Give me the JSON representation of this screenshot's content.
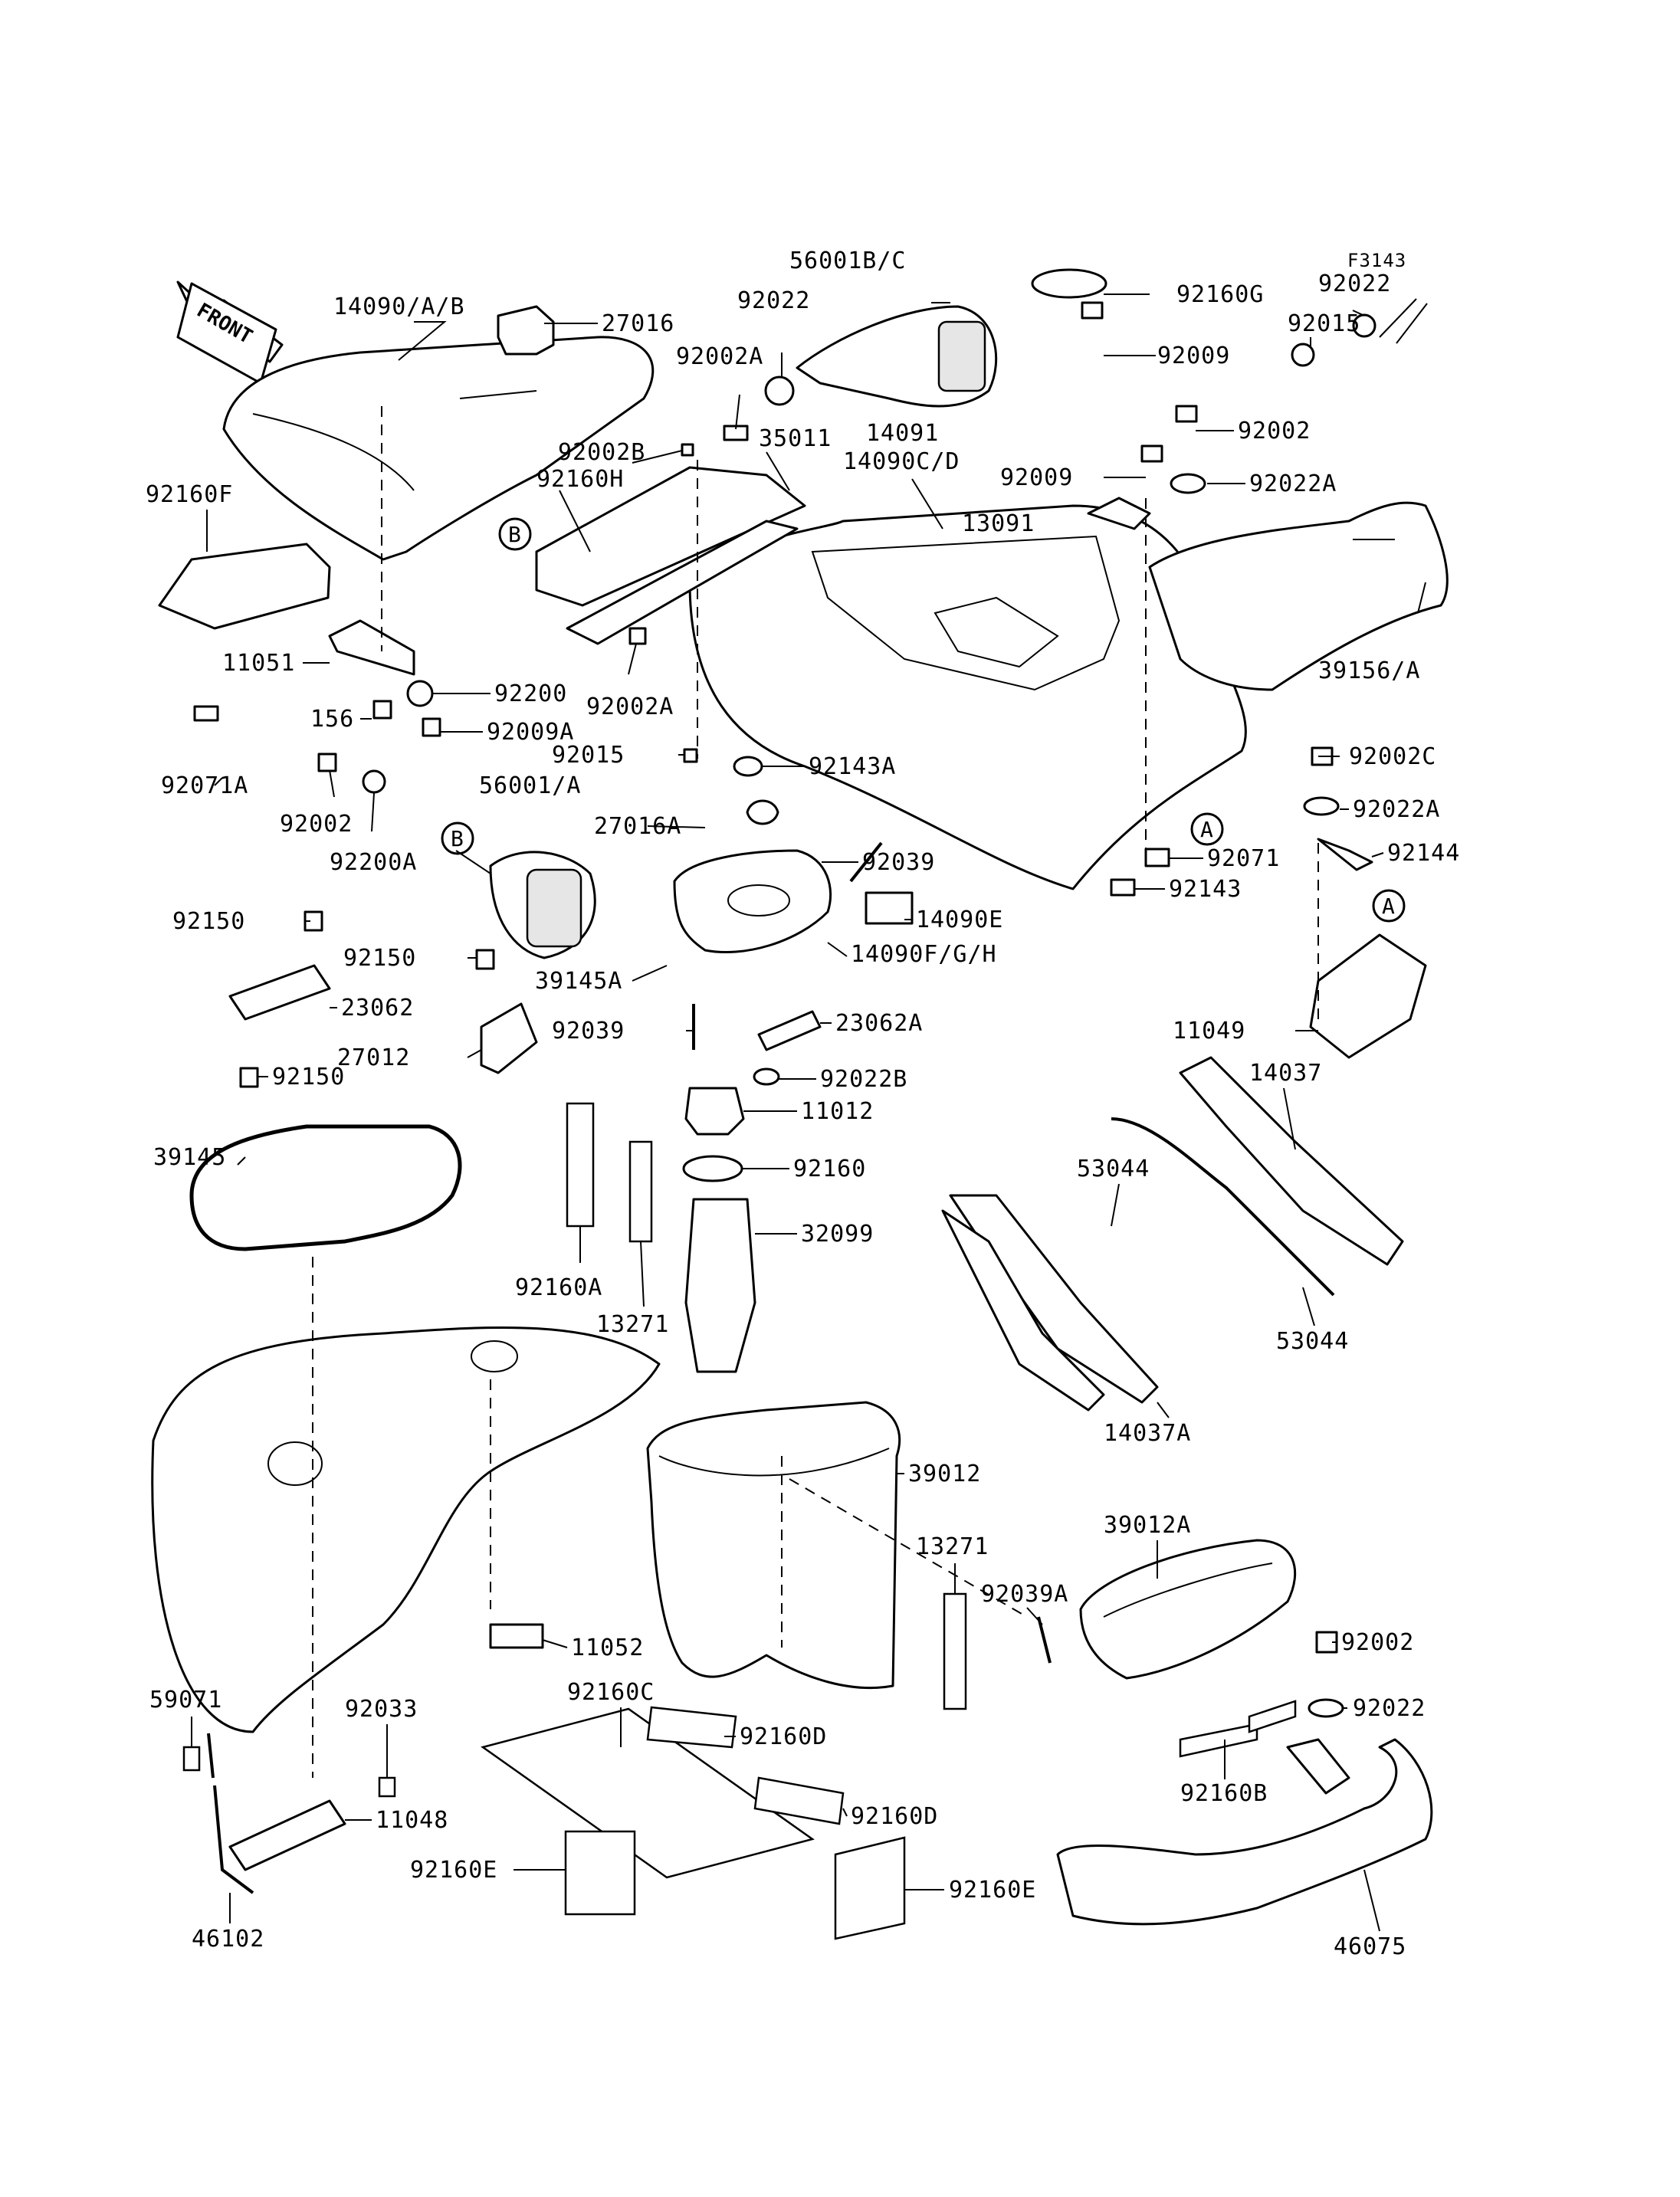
{
  "figure_code": "F3143",
  "front_label": "FRONT",
  "ref_marks": [
    "A",
    "B"
  ],
  "parts": {
    "p14090AB": "14090/A/B",
    "p27016": "27016",
    "p92160F": "92160F",
    "p11051": "11051",
    "p92200": "92200",
    "p156": "156",
    "p92009A": "92009A",
    "p92071A": "92071A",
    "p92002_l": "92002",
    "p92200A": "92200A",
    "p56001A": "56001/A",
    "p92150_a": "92150",
    "p92150_b": "92150",
    "p92150_c": "92150",
    "p23062": "23062",
    "p27012": "27012",
    "p39145": "39145",
    "p56001BC": "56001B/C",
    "p92022_t": "92022",
    "p92002A_t": "92002A",
    "p92002B": "92002B",
    "p35011": "35011",
    "p14091": "14091",
    "p14090CD": "14090C/D",
    "p92160H": "92160H",
    "p92002A_m": "92002A",
    "p92015_m": "92015",
    "p92143A": "92143A",
    "p27016A": "27016A",
    "p92039_a": "92039",
    "p14090E": "14090E",
    "p39145A": "39145A",
    "p14090FGH": "14090F/G/H",
    "p92039_b": "92039",
    "p23062A": "23062A",
    "p92022B": "92022B",
    "p11012": "11012",
    "p92160": "92160",
    "p32099": "32099",
    "p92160A": "92160A",
    "p13271_a": "13271",
    "p39012": "39012",
    "p13271_b": "13271",
    "p92039A": "92039A",
    "p11052": "11052",
    "p92160C": "92160C",
    "p92160D_a": "92160D",
    "p92160D_b": "92160D",
    "p92160E_a": "92160E",
    "p92160E_b": "92160E",
    "p59071": "59071",
    "p92033": "92033",
    "p11048": "11048",
    "p46102": "46102",
    "p92160G": "92160G",
    "p92022_r": "92022",
    "p92015_r": "92015",
    "p92009_a": "92009",
    "p92009_b": "92009",
    "p92002_r": "92002",
    "p92022A_r": "92022A",
    "p13091": "13091",
    "p39156A": "39156/A",
    "p92002C": "92002C",
    "p92022A_b": "92022A",
    "p92144": "92144",
    "p92071": "92071",
    "p92143": "92143",
    "p11049": "11049",
    "p14037": "14037",
    "p53044_a": "53044",
    "p53044_b": "53044",
    "p14037A": "14037A",
    "p39012A": "39012A",
    "p92002_b": "92002",
    "p92022_b": "92022",
    "p92160B": "92160B",
    "p46075": "46075"
  }
}
